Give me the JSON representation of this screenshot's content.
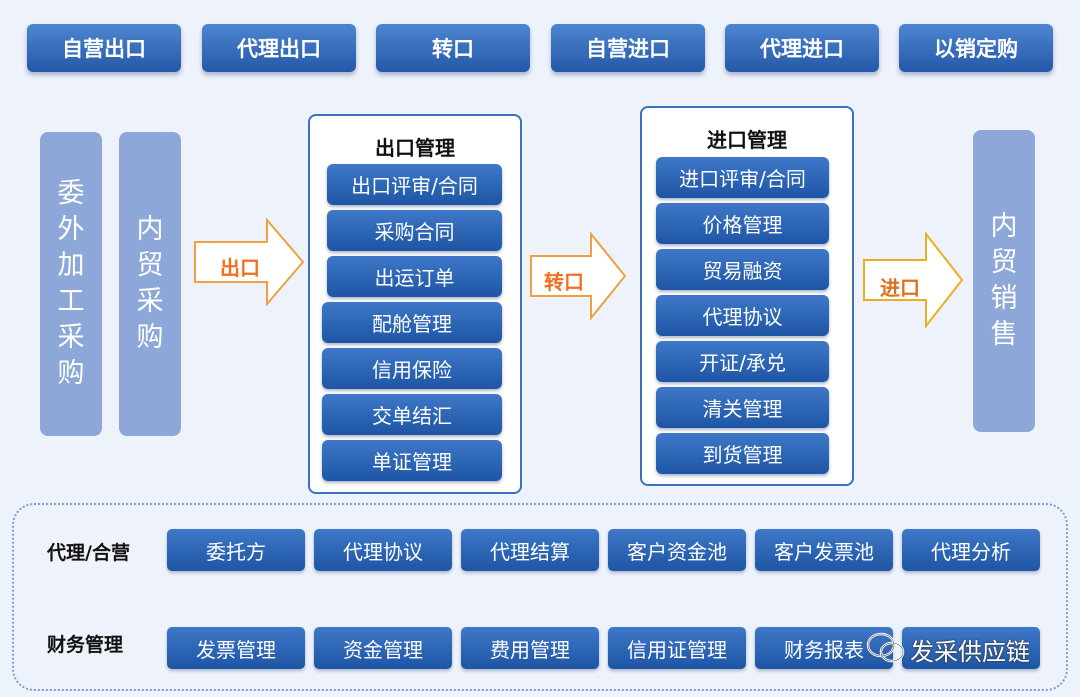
{
  "top_tabs": [
    "自营出口",
    "代理出口",
    "转口",
    "自营进口",
    "代理进口",
    "以销定购"
  ],
  "left_columns": [
    "委外加工采购",
    "内贸采购"
  ],
  "arrows": {
    "export": "出口",
    "transit": "转口",
    "import": "进口"
  },
  "export_panel": {
    "title": "出口管理",
    "items": [
      "出口评审/合同",
      "采购合同",
      "出运订单",
      "配舱管理",
      "信用保险",
      "交单结汇",
      "单证管理"
    ]
  },
  "import_panel": {
    "title": "进口管理",
    "items": [
      "进口评审/合同",
      "价格管理",
      "贸易融资",
      "代理协议",
      "开证/承兑",
      "清关管理",
      "到货管理"
    ]
  },
  "right_column": "内贸销售",
  "bottom": {
    "agency": {
      "label": "代理/合营",
      "items": [
        "委托方",
        "代理协议",
        "代理结算",
        "客户资金池",
        "客户发票池",
        "代理分析"
      ]
    },
    "finance": {
      "label": "财务管理",
      "items": [
        "发票管理",
        "资金管理",
        "费用管理",
        "信用证管理",
        "财务报表",
        ""
      ]
    }
  },
  "watermark": "发采供应链",
  "colors": {
    "accent": "#2458a8",
    "arrow_border": "#f0a040",
    "column": "#8da8d8"
  }
}
